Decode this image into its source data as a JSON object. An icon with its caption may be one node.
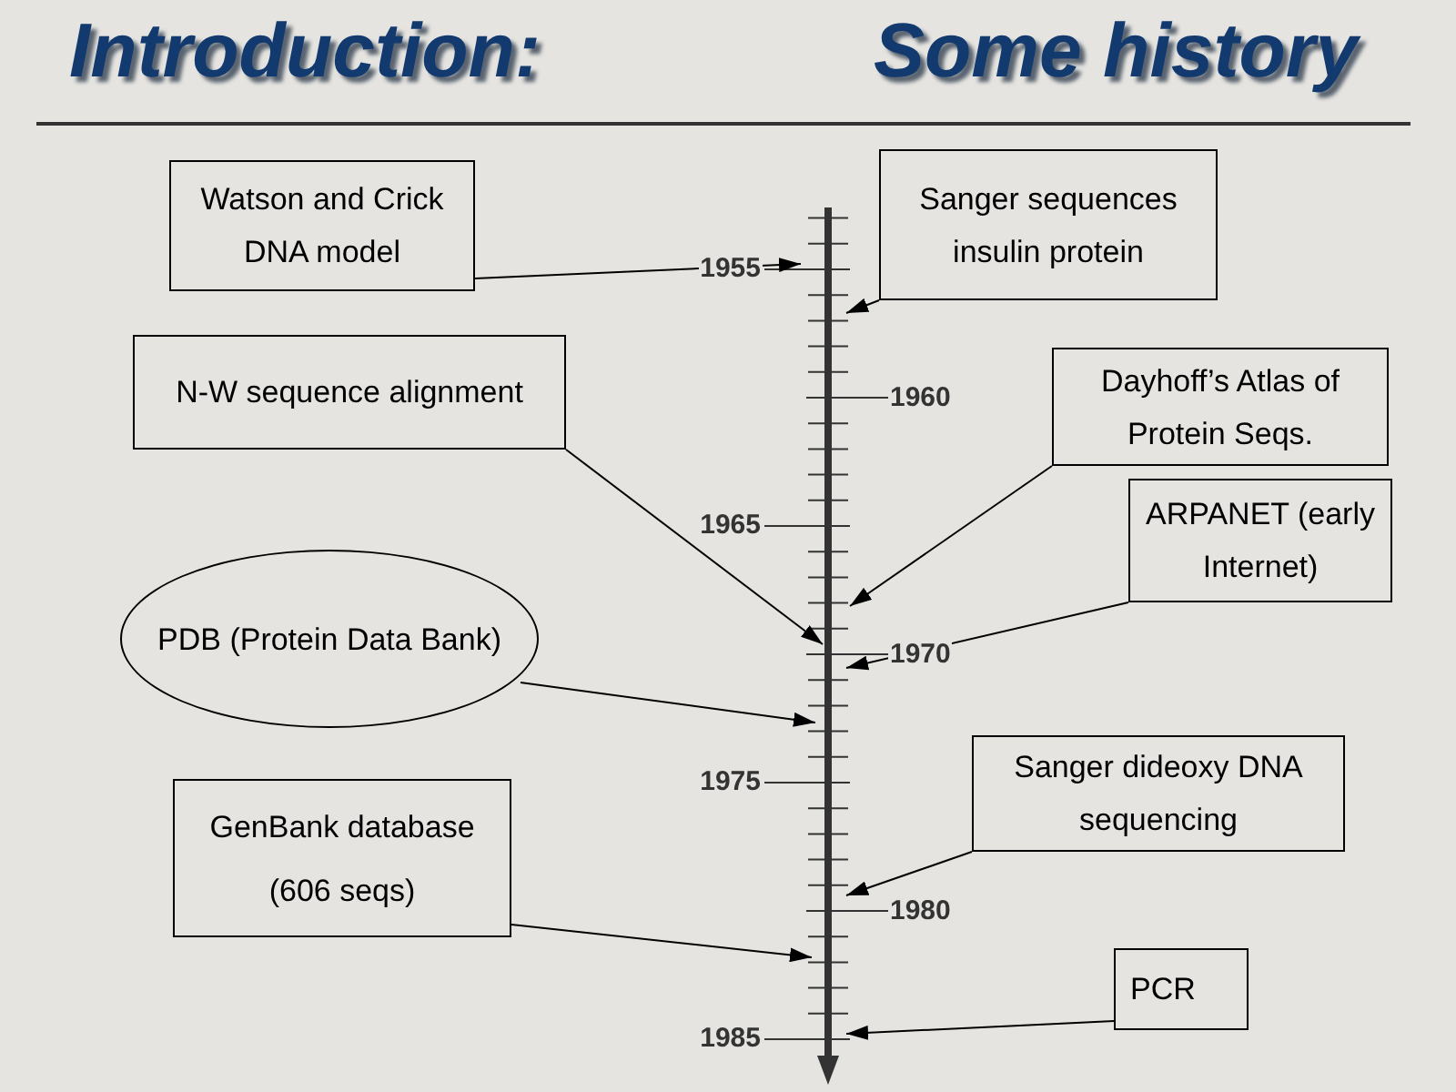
{
  "diagram": {
    "title": "Introduction:",
    "nodes": [
      {
        "text": [
          "Watson and Crick DNA model"
        ]
      },
      {
        "text": [
          "Sanger sequences insulin protein"
        ]
      },
      {
        "text": [
          "N-W sequence alignment"
        ]
      },
      {
        "text": [
          "Dayhoff’s Atlas of Protein Seqs."
        ]
      },
      {
        "text": [
          "ARPANET (early Internet)"
        ]
      },
      {
        "text": [
          "PDB (Protein Data Bank)"
        ]
      },
      {
        "text": [
          "Sanger dideoxy DNA sequencing"
        ]
      },
      {
        "text": [
          "GenBank database",
          "(606 seqs)"
        ]
      },
      {
        "text": [
          "PCR"
        ]
      }
    ],
    "edges": [
      {
        "from": 0,
        "to": null,
        "arrow": "to"
      },
      {
        "from": 1,
        "to": null,
        "arrow": "to"
      },
      {
        "from": 2,
        "to": null,
        "arrow": "to"
      },
      {
        "from": 3,
        "to": null,
        "arrow": "to"
      },
      {
        "from": 4,
        "to": null,
        "arrow": "to"
      },
      {
        "from": 5,
        "to": null,
        "arrow": "to"
      },
      {
        "from": 6,
        "to": null,
        "arrow": "to"
      },
      {
        "from": 7,
        "to": null,
        "arrow": "to"
      },
      {
        "from": 8,
        "to": null,
        "arrow": "to"
      }
    ],
    "labels": [
      "Some history",
      "1955",
      "1960",
      "1965",
      "1970",
      "1975",
      "1980",
      "1985"
    ]
  }
}
